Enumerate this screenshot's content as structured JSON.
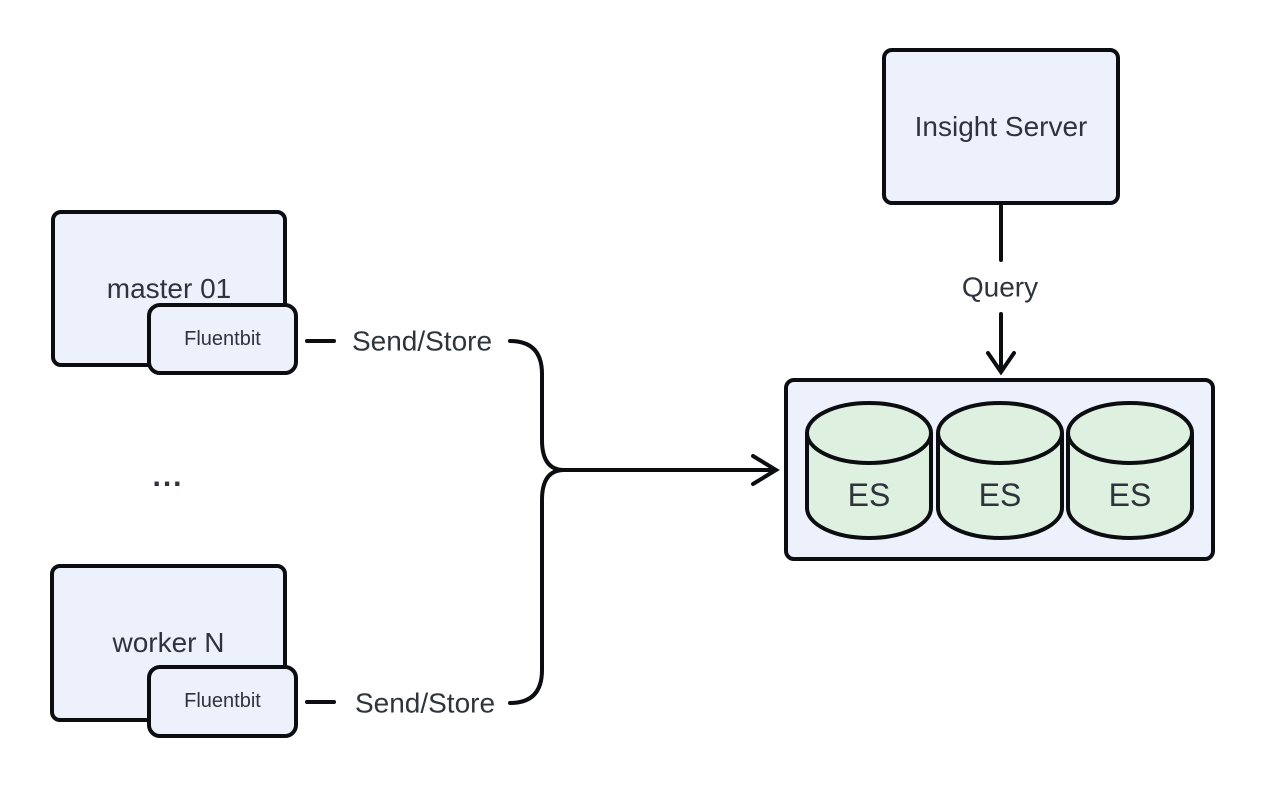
{
  "diagram": {
    "nodes": {
      "insight_server": {
        "label": "Insight Server"
      },
      "master": {
        "label": "master 01"
      },
      "master_agent": {
        "label": "Fluentbit"
      },
      "worker": {
        "label": "worker N"
      },
      "worker_agent": {
        "label": "Fluentbit"
      },
      "ellipsis": {
        "label": "..."
      },
      "es_cluster": {
        "nodes": [
          {
            "label": "ES"
          },
          {
            "label": "ES"
          },
          {
            "label": "ES"
          }
        ]
      }
    },
    "edges": {
      "query": {
        "label": "Query"
      },
      "send_store_top": {
        "label": "Send/Store"
      },
      "send_store_bottom": {
        "label": "Send/Store"
      }
    },
    "colors": {
      "node_fill": "#edf1fb",
      "database_fill": "#def0df",
      "stroke": "#0b0d10",
      "text": "#2e343c"
    }
  }
}
